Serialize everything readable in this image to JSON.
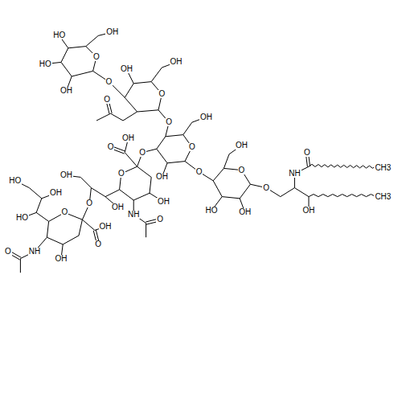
{
  "diagram": {
    "labels": [
      "O",
      "OH",
      "HO",
      "HO",
      "OH",
      "O",
      "O",
      "OH",
      "OH",
      "O",
      "O",
      "O",
      "OH",
      "O",
      "OH",
      "O",
      "O",
      "OH",
      "HO",
      "OH",
      "O",
      "NH",
      "O",
      "OH",
      "CH3",
      "CH3",
      "O",
      "O",
      "OH",
      "OH",
      "NH",
      "O",
      "OH",
      "O",
      "OH",
      "O",
      "O",
      "OH",
      "OH",
      "NH",
      "O",
      "HO",
      "OH",
      "HO"
    ]
  }
}
